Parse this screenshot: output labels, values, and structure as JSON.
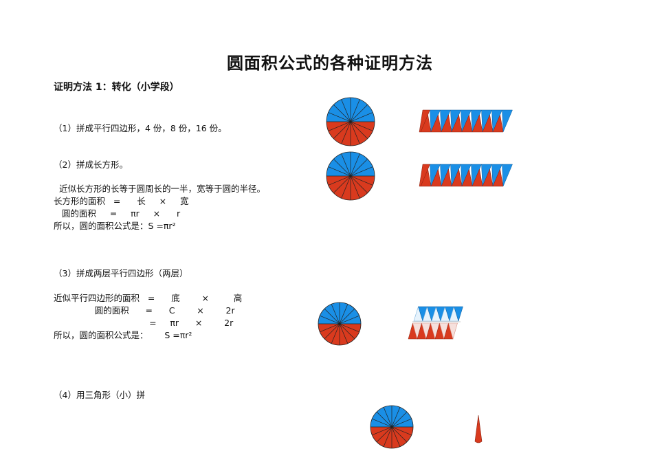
{
  "title": "圆面积公式的各种证明方法",
  "method_heading": "证明方法 1：转化（小学段）",
  "section1": {
    "label": "（1）拼成平行四边形，4 份，8 份，16 份。"
  },
  "section2": {
    "label": "（2）拼成长方形。",
    "lines": [
      "  近似长方形的长等于圆周长的一半，宽等于圆的半径。",
      "长方形的面积   =      长     ×     宽",
      "   圆的面积     =     πr     ×      r",
      "所以，圆的面积公式是：S =πr²"
    ]
  },
  "section3": {
    "label": "（3）拼成两层平行四边形（两层）",
    "lines": [
      "近似平行四边形的面积   =      底        ×         高",
      "               圆的面积      =      C        ×        2r",
      "                                   =     πr      ×        2r",
      "所以，圆的面积公式是：      S =πr²"
    ]
  },
  "section4": {
    "label": "（4）用三角形（小）拼"
  },
  "colors": {
    "blue": "#1a8fe6",
    "red": "#d93a1e",
    "stroke": "#222222"
  }
}
